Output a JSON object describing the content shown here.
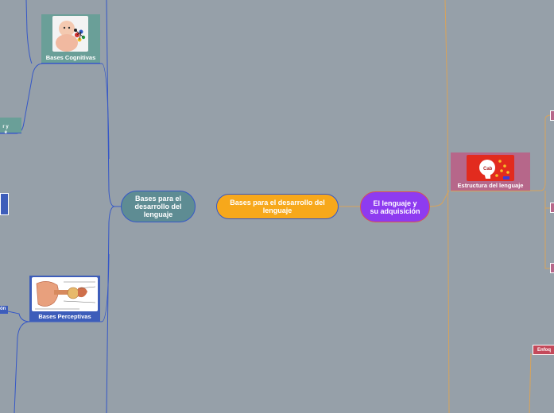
{
  "nodes": {
    "central": "El lenguaje y su adquisición",
    "main_topic": "Bases para el desarrollo del lenguaje",
    "sub_topic": "Bases para el desarrollo del lenguaje",
    "cognitive": "Bases Cognitivas",
    "perceptual": "Bases Perceptivas",
    "structure": "Estructura del lenguaje",
    "left_stub": "r y\ne",
    "left_stub2": "ón",
    "right_stub": "Enfoq"
  },
  "colors": {
    "background": "#96a0a9",
    "central": "#8e3bf0",
    "main_topic": "#f7a81b",
    "sub_topic": "#5e8c93",
    "cognitive": "#6a9f98",
    "perceptual": "#3d5dba",
    "structure": "#b6678a",
    "left_lines": "#3557c7",
    "right_lines": "#d8a35a"
  }
}
